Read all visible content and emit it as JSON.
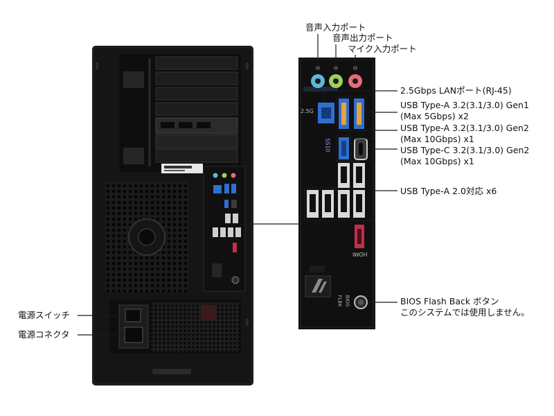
{
  "labels": {
    "audio_in": "音声入力ポート",
    "audio_out": "音声出力ポート",
    "mic_in": "マイク入力ポート",
    "lan": "2.5Gbps LANポート(RJ-45)",
    "usb_gen1_line1": "USB Type-A 3.2(3.1/3.0) Gen1",
    "usb_gen1_line2": "(Max 5Gbps) x2",
    "usb_gen2a_line1": "USB Type-A 3.2(3.1/3.0) Gen2",
    "usb_gen2a_line2": "(Max 10Gbps) x1",
    "usb_gen2c_line1": "USB Type-C 3.2(3.1/3.0) Gen2",
    "usb_gen2c_line2": "(Max 10Gbps) x1",
    "usb_20": "USB Type-A 2.0対応 x6",
    "bios_line1": "BIOS Flash Back ボタン",
    "bios_line2": "このシステムでは使用しません。",
    "power_switch": "電源スイッチ",
    "power_connector": "電源コネクタ"
  },
  "panel_marks": {
    "lan_speed": "2.5G",
    "ss10": "SS10",
    "hdmi": "HDMI",
    "bios_btn_1": "BIOS",
    "bios_btn_2": "FLBK"
  },
  "colors": {
    "case": "#141414",
    "panel": "#111111",
    "callout_line": "#1a1a1a",
    "usb_blue": "#2e6fd0",
    "usb_orange": "#e8a23a",
    "audio_in": "#5fb7d9",
    "audio_out": "#9fcf5a",
    "mic_in": "#e86a7a",
    "hdmi_red": "#c0304a"
  }
}
